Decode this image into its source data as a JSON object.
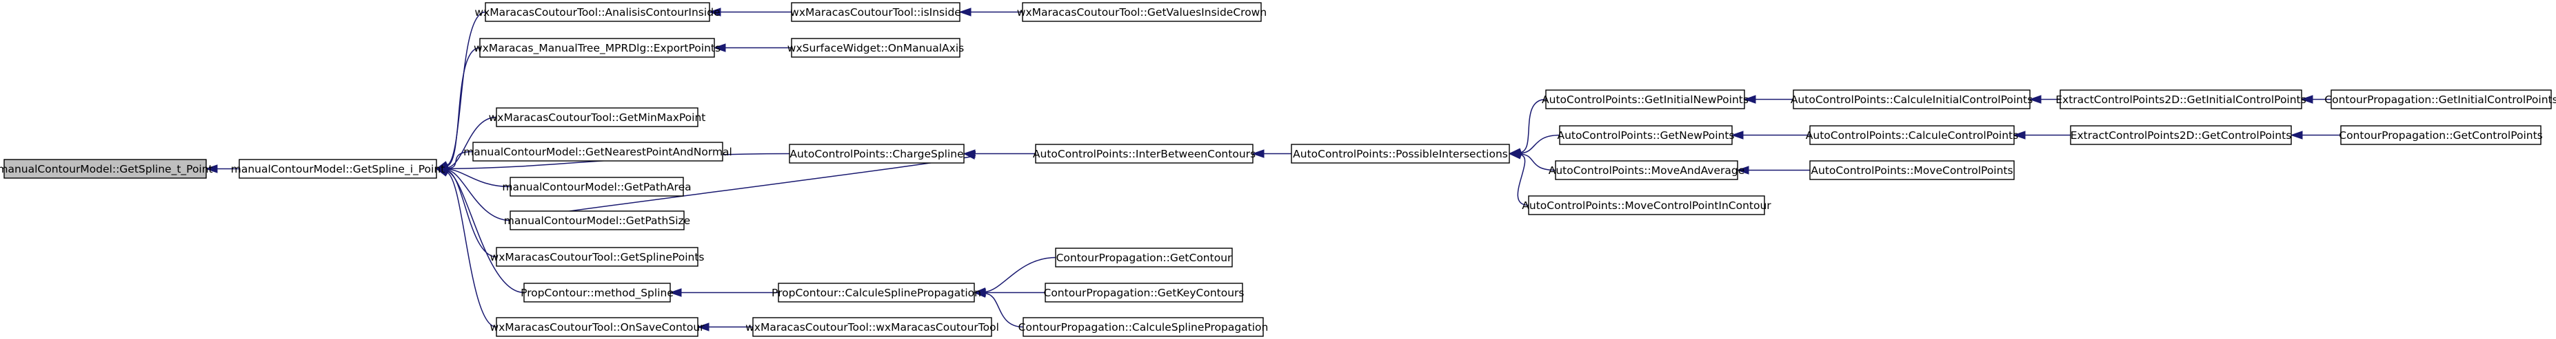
{
  "graph": {
    "nodes": [
      {
        "id": "n0",
        "label": "manualContourModel::GetSpline_t_Point"
      },
      {
        "id": "n1",
        "label": "manualContourModel::GetSpline_i_Point"
      },
      {
        "id": "n2",
        "label": "wxMaracasCoutourTool::AnalisisContourInside"
      },
      {
        "id": "n3",
        "label": "wxMaracasCoutourTool::isInside"
      },
      {
        "id": "n4",
        "label": "wxMaracasCoutourTool::GetValuesInsideCrown"
      },
      {
        "id": "n5",
        "label": "wxMaracas_ManualTree_MPRDlg::ExportPoints"
      },
      {
        "id": "n6",
        "label": "wxSurfaceWidget::OnManualAxis"
      },
      {
        "id": "n7",
        "label": "wxMaracasCoutourTool::GetMinMaxPoint"
      },
      {
        "id": "n8",
        "label": "manualContourModel::GetNearestPointAndNormal"
      },
      {
        "id": "n9",
        "label": "manualContourModel::GetPathArea"
      },
      {
        "id": "n10",
        "label": "manualContourModel::GetPathSize"
      },
      {
        "id": "n11",
        "label": "wxMaracasCoutourTool::GetSplinePoints"
      },
      {
        "id": "n12",
        "label": "PropContour::method_Spline"
      },
      {
        "id": "n13",
        "label": "wxMaracasCoutourTool::OnSaveContour"
      },
      {
        "id": "n14",
        "label": "AutoControlPoints::ChargeSpline"
      },
      {
        "id": "n15",
        "label": "AutoControlPoints::InterBetweenContours"
      },
      {
        "id": "n16",
        "label": "AutoControlPoints::PossibleIntersections"
      },
      {
        "id": "n17",
        "label": "AutoControlPoints::GetInitialNewPoints"
      },
      {
        "id": "n18",
        "label": "AutoControlPoints::CalculeInitialControlPoints"
      },
      {
        "id": "n19",
        "label": "ExtractControlPoints2D::GetInitialControlPoints"
      },
      {
        "id": "n20",
        "label": "ContourPropagation::GetInitialControlPoints"
      },
      {
        "id": "n21",
        "label": "AutoControlPoints::GetNewPoints"
      },
      {
        "id": "n22",
        "label": "AutoControlPoints::CalculeControlPoints"
      },
      {
        "id": "n23",
        "label": "ExtractControlPoints2D::GetControlPoints"
      },
      {
        "id": "n24",
        "label": "ContourPropagation::GetControlPoints"
      },
      {
        "id": "n25",
        "label": "AutoControlPoints::MoveAndAverage"
      },
      {
        "id": "n26",
        "label": "AutoControlPoints::MoveControlPoints"
      },
      {
        "id": "n27",
        "label": "AutoControlPoints::MoveControlPointInContour"
      },
      {
        "id": "n28",
        "label": "PropContour::CalculeSplinePropagation"
      },
      {
        "id": "n29",
        "label": "ContourPropagation::GetContour"
      },
      {
        "id": "n30",
        "label": "ContourPropagation::GetKeyContours"
      },
      {
        "id": "n31",
        "label": "ContourPropagation::CalculeSplinePropagation"
      },
      {
        "id": "n32",
        "label": "wxMaracasCoutourTool::wxMaracasCoutourTool"
      }
    ],
    "edges": [
      {
        "from": "n1",
        "to": "n0"
      },
      {
        "from": "n2",
        "to": "n1"
      },
      {
        "from": "n5",
        "to": "n1"
      },
      {
        "from": "n14",
        "to": "n1"
      },
      {
        "from": "n7",
        "to": "n1"
      },
      {
        "from": "n8",
        "to": "n1"
      },
      {
        "from": "n9",
        "to": "n1"
      },
      {
        "from": "n10",
        "to": "n1"
      },
      {
        "from": "n11",
        "to": "n1"
      },
      {
        "from": "n12",
        "to": "n1"
      },
      {
        "from": "n13",
        "to": "n1"
      },
      {
        "from": "n3",
        "to": "n2"
      },
      {
        "from": "n4",
        "to": "n3"
      },
      {
        "from": "n6",
        "to": "n5"
      },
      {
        "from": "n10",
        "to": "n14"
      },
      {
        "from": "n15",
        "to": "n14"
      },
      {
        "from": "n16",
        "to": "n15"
      },
      {
        "from": "n17",
        "to": "n16"
      },
      {
        "from": "n21",
        "to": "n16"
      },
      {
        "from": "n25",
        "to": "n16"
      },
      {
        "from": "n27",
        "to": "n16"
      },
      {
        "from": "n18",
        "to": "n17"
      },
      {
        "from": "n19",
        "to": "n18"
      },
      {
        "from": "n20",
        "to": "n19"
      },
      {
        "from": "n22",
        "to": "n21"
      },
      {
        "from": "n23",
        "to": "n22"
      },
      {
        "from": "n24",
        "to": "n23"
      },
      {
        "from": "n26",
        "to": "n25"
      },
      {
        "from": "n28",
        "to": "n12"
      },
      {
        "from": "n29",
        "to": "n28"
      },
      {
        "from": "n30",
        "to": "n28"
      },
      {
        "from": "n31",
        "to": "n28"
      },
      {
        "from": "n32",
        "to": "n13"
      }
    ]
  },
  "colors": {
    "edge": "#191970",
    "root_fill": "#bfbfbf",
    "node_fill": "#ffffff",
    "node_border": "#000000"
  }
}
